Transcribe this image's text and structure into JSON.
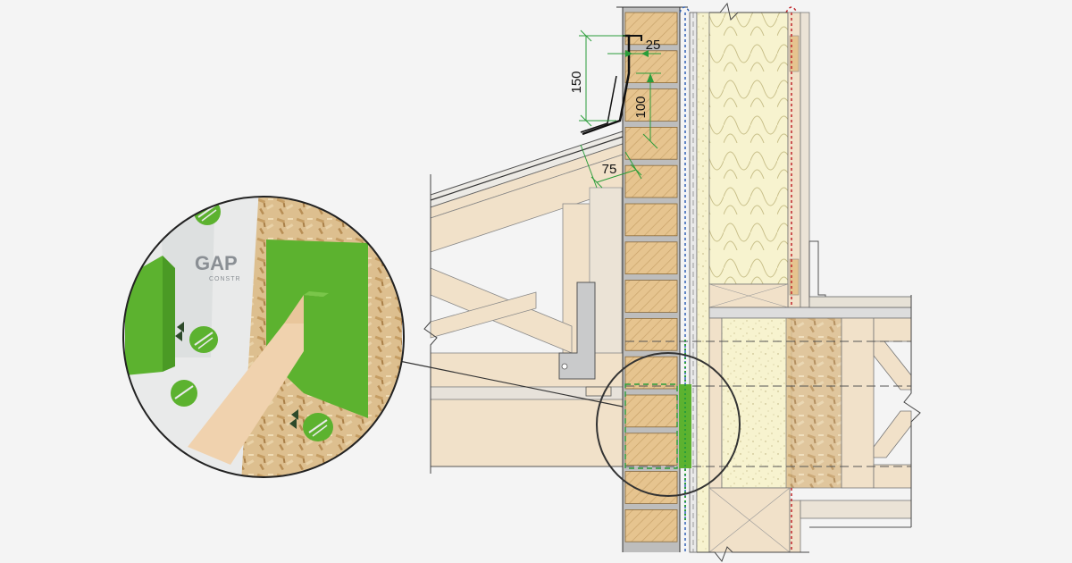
{
  "colors": {
    "background": "#f4f4f4",
    "brick": "#e6c48f",
    "brick_hatch": "#c9a36a",
    "insulation": "#f7f3cf",
    "timber": "#f1e1c9",
    "dpc_green": "#5cb22f",
    "dimension_green": "#2a9d3a",
    "membrane_blue": "#2f5fb3",
    "membrane_red": "#c0262b",
    "osb": "#d8b98a",
    "bracket_grey": "#b9babb"
  },
  "dimensions": {
    "upstand": "150",
    "lap": "25",
    "stepped_flashing": "100",
    "cover": "75"
  },
  "detail": {
    "brand_text": "GAP",
    "brand_subtext": "CONSTR"
  },
  "icons": [
    "leaf-logo-icon"
  ]
}
